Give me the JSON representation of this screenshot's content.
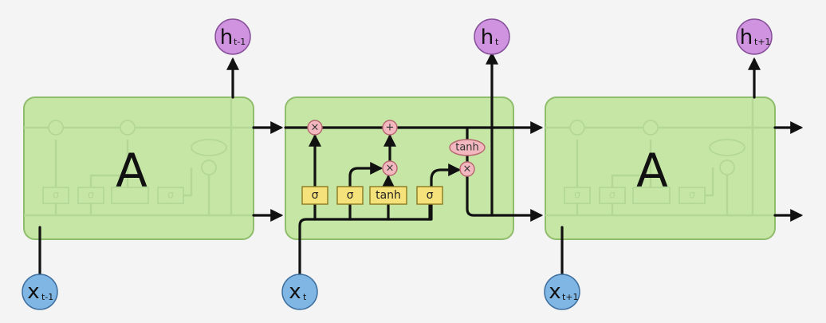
{
  "cells": [
    {
      "label": "A",
      "input": {
        "main": "x",
        "sub": "t-1"
      },
      "output": {
        "main": "h",
        "sub": "t-1"
      }
    },
    {
      "label": "",
      "input": {
        "main": "x",
        "sub": "t"
      },
      "output": {
        "main": "h",
        "sub": "t"
      }
    },
    {
      "label": "A",
      "input": {
        "main": "x",
        "sub": "t+1"
      },
      "output": {
        "main": "h",
        "sub": "t+1"
      }
    }
  ],
  "gates": [
    "σ",
    "σ",
    "tanh",
    "σ"
  ],
  "pointwise": {
    "multiply": "×",
    "add": "+",
    "tanh": "tanh"
  },
  "colors": {
    "cell": "#c6e6a6",
    "input_node": "#7fb6e4",
    "output_node": "#cf93e0",
    "gate_layer": "#f6e27a",
    "pointwise_op": "#f3b7bf",
    "line": "#111111"
  }
}
